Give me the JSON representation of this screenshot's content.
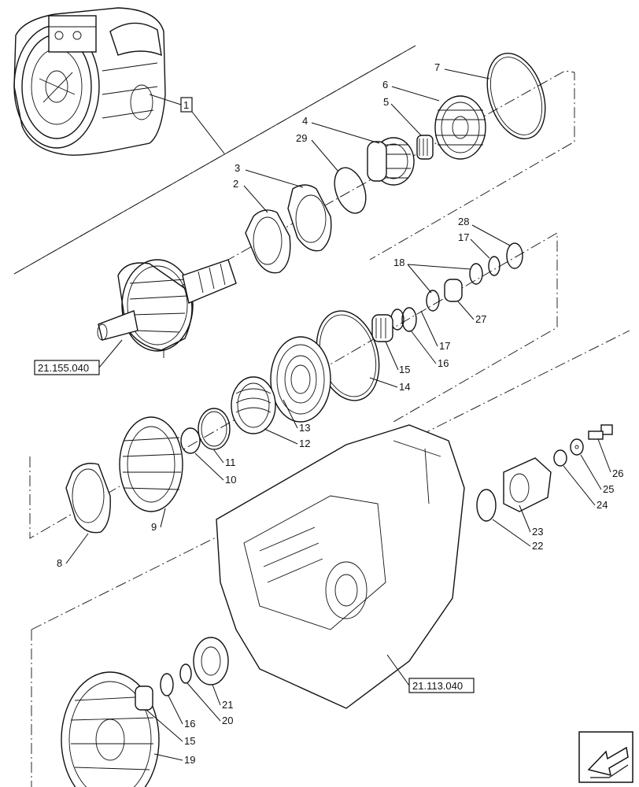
{
  "callouts": {
    "c1": "1",
    "c2": "2",
    "c3": "3",
    "c4": "4",
    "c5": "5",
    "c6": "6",
    "c7": "7",
    "c8": "8",
    "c9": "9",
    "c10": "10",
    "c11": "11",
    "c12": "12",
    "c13": "13",
    "c14": "14",
    "c15a": "15",
    "c16a": "16",
    "c17a": "17",
    "c18": "18",
    "c27": "27",
    "c17b": "17",
    "c28": "28",
    "c29": "29",
    "c22": "22",
    "c23": "23",
    "c24": "24",
    "c25": "25",
    "c26": "26",
    "c15b": "15",
    "c16b": "16",
    "c19": "19",
    "c20": "20",
    "c21": "21"
  },
  "references": {
    "input_shaft": "21.155.040",
    "housing": "21.113.040"
  },
  "nav_icon": "arrow-back-icon"
}
